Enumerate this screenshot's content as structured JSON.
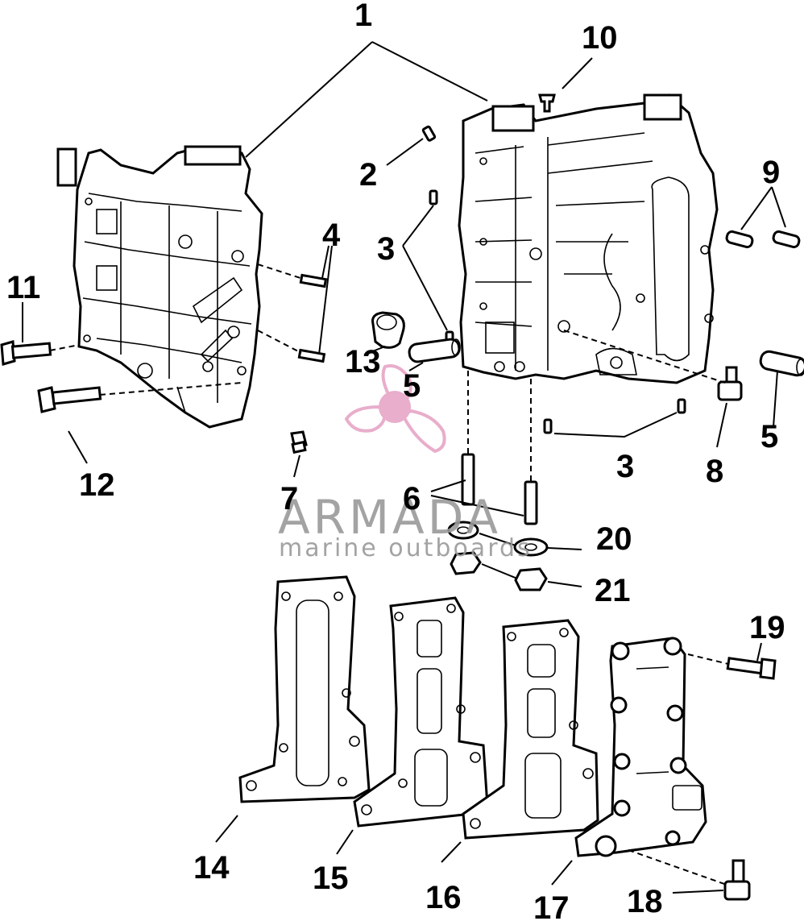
{
  "callouts": [
    {
      "id": "1",
      "label": "1"
    },
    {
      "id": "2",
      "label": "2"
    },
    {
      "id": "3a",
      "label": "3"
    },
    {
      "id": "3b",
      "label": "3"
    },
    {
      "id": "4",
      "label": "4"
    },
    {
      "id": "5a",
      "label": "5"
    },
    {
      "id": "5b",
      "label": "5"
    },
    {
      "id": "6",
      "label": "6"
    },
    {
      "id": "7",
      "label": "7"
    },
    {
      "id": "8",
      "label": "8"
    },
    {
      "id": "9",
      "label": "9"
    },
    {
      "id": "10",
      "label": "10"
    },
    {
      "id": "11",
      "label": "11"
    },
    {
      "id": "12",
      "label": "12"
    },
    {
      "id": "13",
      "label": "13"
    },
    {
      "id": "14",
      "label": "14"
    },
    {
      "id": "15",
      "label": "15"
    },
    {
      "id": "16",
      "label": "16"
    },
    {
      "id": "17",
      "label": "17"
    },
    {
      "id": "18",
      "label": "18"
    },
    {
      "id": "19",
      "label": "19"
    },
    {
      "id": "20",
      "label": "20"
    },
    {
      "id": "21",
      "label": "21"
    }
  ],
  "watermark": {
    "brand": "ARMADA",
    "tagline": "marine outboards",
    "logo_color": "#e6a6c6",
    "text_color": "#9a9a9a"
  }
}
